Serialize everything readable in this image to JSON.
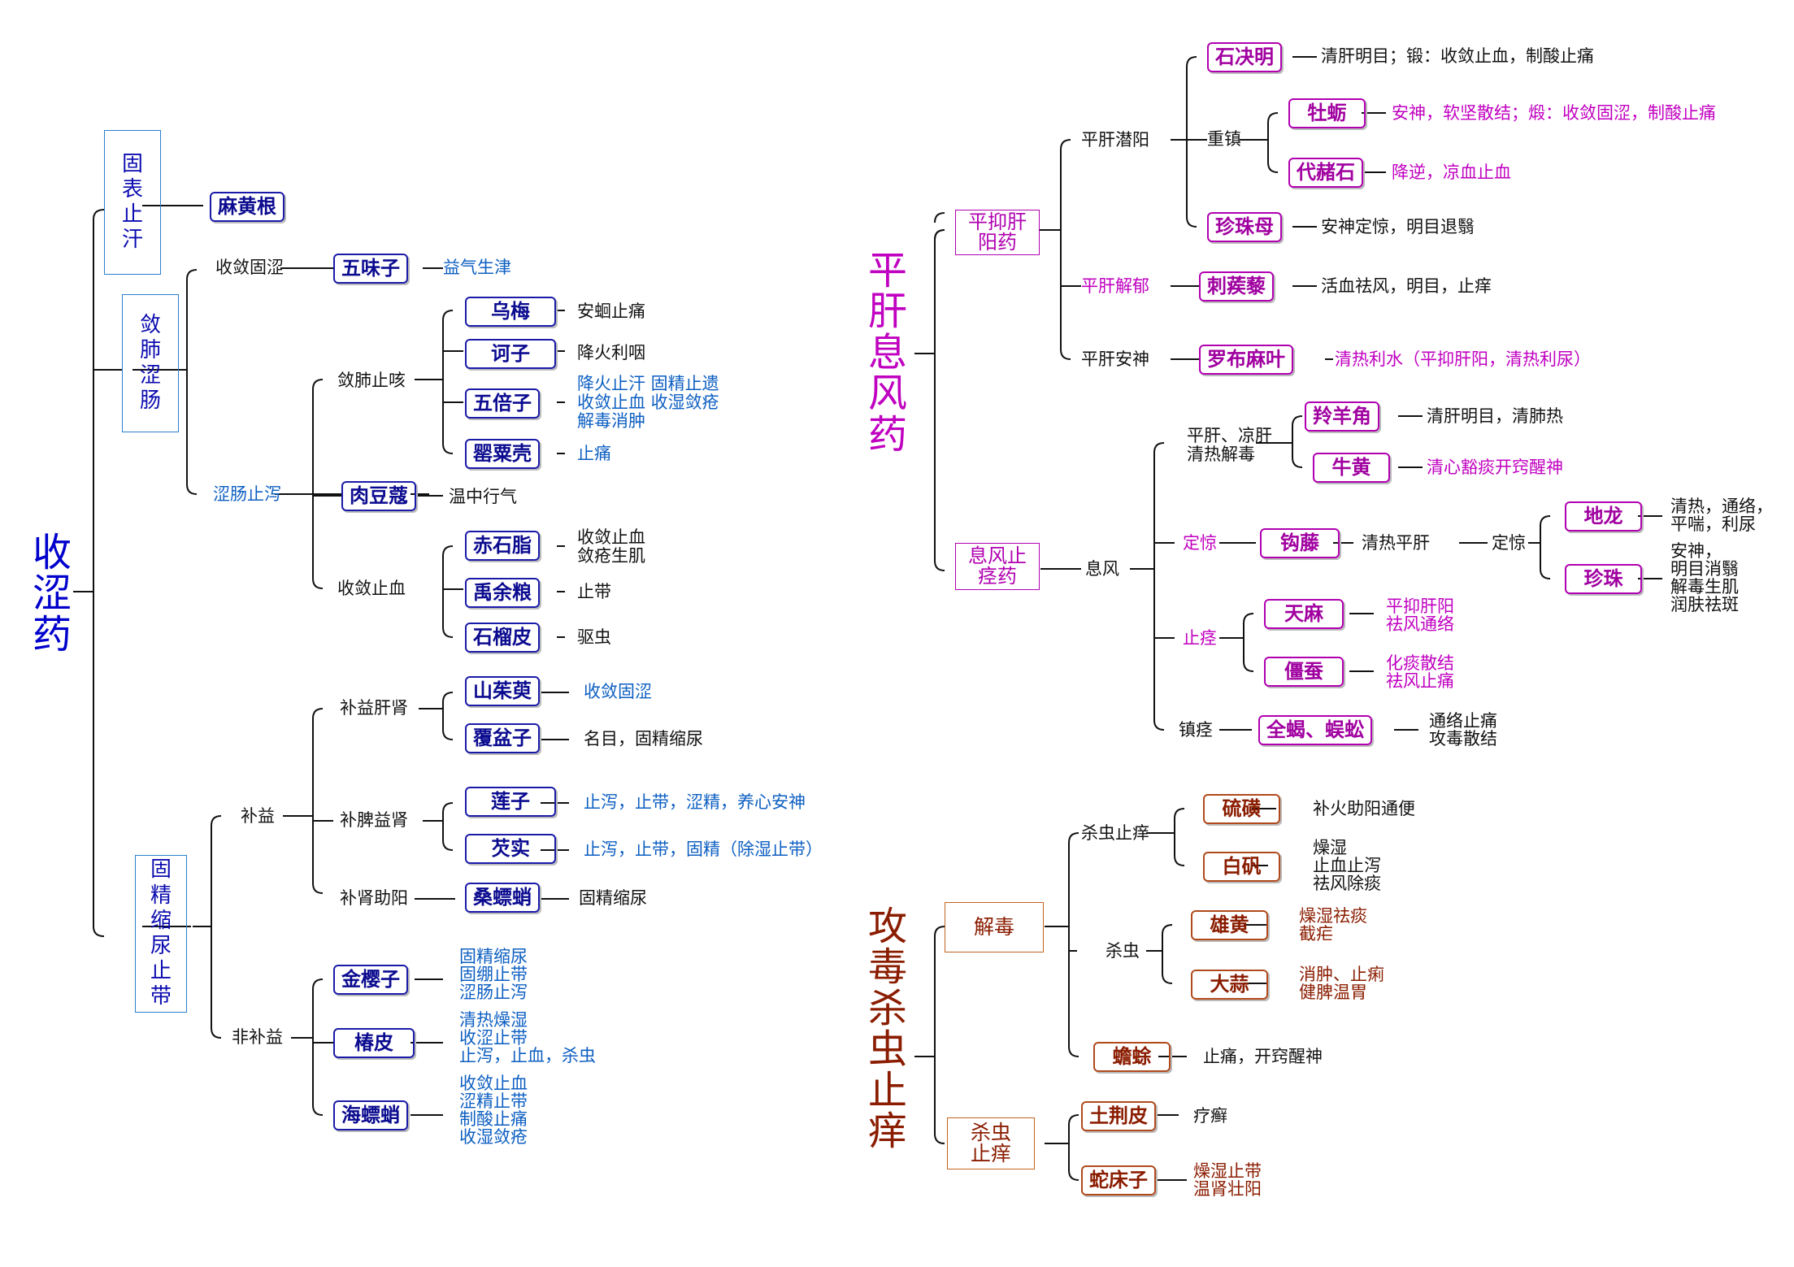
{
  "astringent": {
    "title": "收涩药",
    "cat_surface": "固表止汗",
    "herb_mahuanggen": "麻黄根",
    "cat_lung": "敛肺涩肠",
    "sub_shoulian": "收敛固涩",
    "herb_wuweizi": "五味子",
    "d_wuweizi": "益气生津",
    "sub_lianfei": "敛肺止咳",
    "herb_wumei": "乌梅",
    "d_wumei": "安蛔止痛",
    "herb_hezi": "诃子",
    "d_hezi": "降火利咽",
    "herb_wubeizi": "五倍子",
    "d_wubeizi_1": "降火止汗 固精止遗",
    "d_wubeizi_2": "收敛止血 收湿敛疮",
    "d_wubeizi_3": "解毒消肿",
    "herb_yingsuqiao": "罂粟壳",
    "d_yingsuqiao": "止痛",
    "sub_sechang": "涩肠止泻",
    "herb_roudoukou": "肉豆蔻",
    "d_roudoukou": "温中行气",
    "sub_shoulianzhixue": "收敛止血",
    "herb_chishizhi": "赤石脂",
    "d_chishizhi_1": "收敛止血",
    "d_chishizhi_2": "敛疮生肌",
    "herb_yuyuliang": "禹余粮",
    "d_yuyuliang": "止带",
    "herb_shiliupi": "石榴皮",
    "d_shiliupi": "驱虫",
    "cat_jing": "固精缩尿止带",
    "sub_buyi": "补益",
    "sub_buyiganshen": "补益肝肾",
    "herb_shanzhuyu": "山茱萸",
    "d_shanzhuyu": "收敛固涩",
    "herb_fupenzi": "覆盆子",
    "d_fupenzi": "名目，固精缩尿",
    "sub_bupiyishen": "补脾益肾",
    "herb_lianzi": "莲子",
    "d_lianzi": "止泻，止带，涩精，养心安神",
    "herb_qianshi": "芡实",
    "d_qianshi": "止泻，止带，固精（除湿止带）",
    "sub_bushenzhuyang": "补肾助阳",
    "herb_sangpiaoxiao": "桑螵蛸",
    "d_sangpiaoxiao": "固精缩尿",
    "sub_feibuyi": "非补益",
    "herb_jinyingzi": "金樱子",
    "d_jinyingzi_1": "固精缩尿",
    "d_jinyingzi_2": "固绷止带",
    "d_jinyingzi_3": "涩肠止泻",
    "herb_chunpi": "椿皮",
    "d_chunpi_1": "清热燥湿",
    "d_chunpi_2": "收涩止带",
    "d_chunpi_3": "止泻，止血，杀虫",
    "herb_haipiaoxiao": "海螵蛸",
    "d_haipiaoxiao_1": "收敛止血",
    "d_haipiaoxiao_2": "涩精止带",
    "d_haipiaoxiao_3": "制酸止痛",
    "d_haipiaoxiao_4": "收湿敛疮"
  },
  "liver": {
    "title": "平肝息风药",
    "cat_pingyi": "平抑肝阳药",
    "sub_pinggan_qianyang": "平肝潜阳",
    "sub_zhongzhen": "重镇",
    "herb_shijueming": "石决明",
    "d_shijueming": "清肝明目；锻：收敛止血，制酸止痛",
    "herb_muli": "牡蛎",
    "d_muli": "安神，软坚散结；煅：收敛固涩，制酸止痛",
    "herb_daizheshi": "代赭石",
    "d_daizheshi": "降逆，凉血止血",
    "herb_zhenzhumu": "珍珠母",
    "d_zhenzhumu": "安神定惊，明目退翳",
    "sub_pinggan_jieyu": "平肝解郁",
    "herb_cijili": "刺蒺藜",
    "d_cijili": "活血祛风，明目，止痒",
    "sub_pinggan_anshen": "平肝安神",
    "herb_luobumaye": "罗布麻叶",
    "d_luobumaye": "清热利水（平抑肝阳，清热利尿）",
    "cat_xifeng": "息风止痉药",
    "sub_xifeng": "息风",
    "sub_pinggan_liang_1": "平肝、凉肝",
    "sub_pinggan_liang_2": "清热解毒",
    "herb_lingyangjiao": "羚羊角",
    "d_lingyangjiao": "清肝明目，清肺热",
    "herb_niuhuang": "牛黄",
    "d_niuhuang": "清心豁痰开窍醒神",
    "sub_dingjing": "定惊",
    "herb_gouteng": "钩藤",
    "d_gouteng": "清热平肝",
    "sub_dingjing2": "定惊",
    "herb_dilong": "地龙",
    "d_dilong_1": "清热，通络，",
    "d_dilong_2": "平喘，利尿",
    "herb_zhenzhu": "珍珠",
    "d_zhenzhu_1": "安神，",
    "d_zhenzhu_2": "明目消翳",
    "d_zhenzhu_3": "解毒生肌",
    "d_zhenzhu_4": "润肤祛斑",
    "sub_zhijing": "止痉",
    "herb_tianma": "天麻",
    "d_tianma_1": "平抑肝阳",
    "d_tianma_2": "祛风通络",
    "herb_jiangcan": "僵蚕",
    "d_jiangcan_1": "化痰散结",
    "d_jiangcan_2": "祛风止痛",
    "sub_zhenjing": "镇痉",
    "herb_quanxie": "全蝎、蜈蚣",
    "d_quanxie_1": "通络止痛",
    "d_quanxie_2": "攻毒散结"
  },
  "toxin": {
    "title": "攻毒杀虫止痒",
    "cat_jiedu": "解毒",
    "sub_shachongzhiyang": "杀虫止痒",
    "herb_liuhuang": "硫磺",
    "d_liuhuang": "补火助阳通便",
    "herb_baifan": "白矾",
    "d_baifan_1": "燥湿",
    "d_baifan_2": "止血止泻",
    "d_baifan_3": "祛风除痰",
    "sub_shachong": "杀虫",
    "herb_xionghuang": "雄黄",
    "d_xionghuang_1": "燥湿祛痰",
    "d_xionghuang_2": "截疟",
    "herb_dasuan": "大蒜",
    "d_dasuan_1": "消肿、止痢",
    "d_dasuan_2": "健脾温胃",
    "herb_chanchu": "蟾蜍",
    "d_chanchu": "止痛，开窍醒神",
    "cat_shachong": "杀虫止痒",
    "herb_tujingpi": "土荆皮",
    "d_tujingpi": "疗癣",
    "herb_shechuangzi": "蛇床子",
    "d_shechuangzi_1": "燥湿止带",
    "d_shechuangzi_2": "温肾壮阳"
  },
  "colors": {
    "astringent": "#0000cc",
    "liver": "#c000c0",
    "toxin": "#8a1c00",
    "description_blue": "#0d5fc2"
  }
}
